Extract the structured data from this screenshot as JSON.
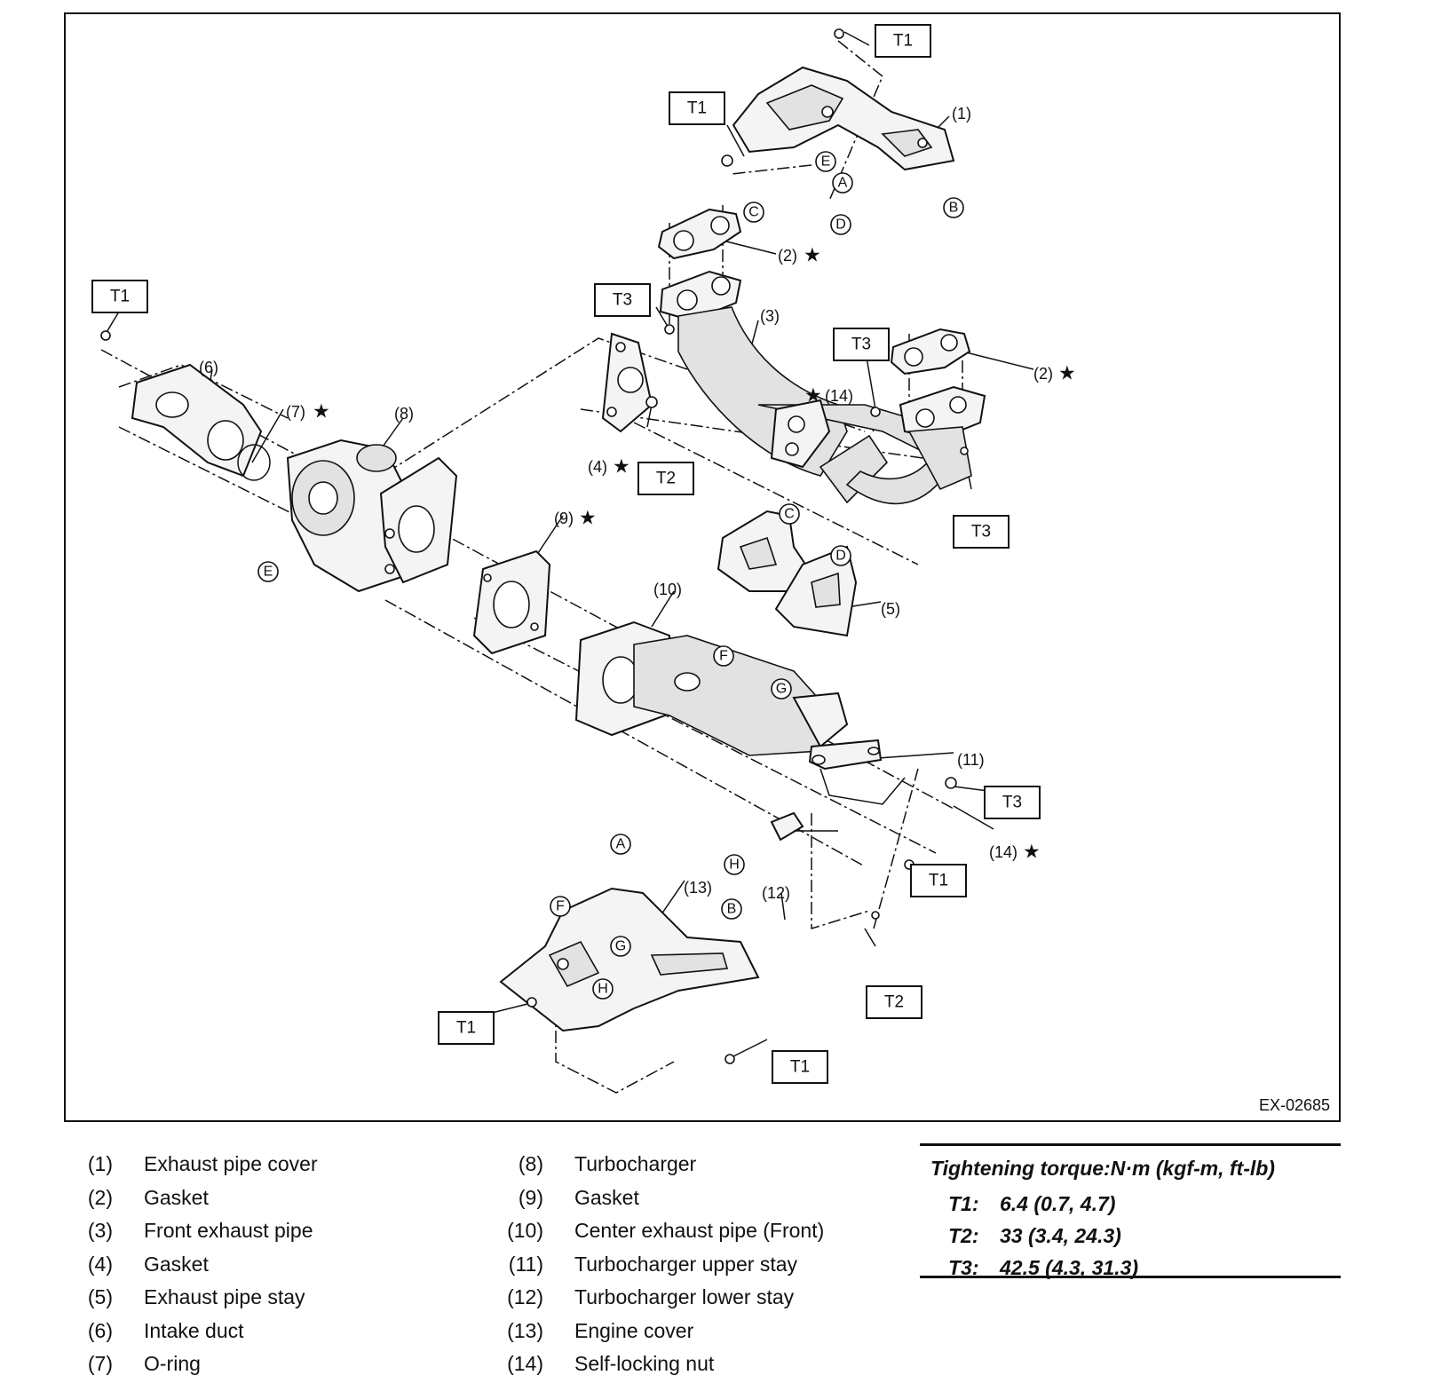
{
  "figure": {
    "code": "EX-02685",
    "torque_tags": [
      "T1",
      "T1",
      "T1",
      "T3",
      "T3",
      "T2",
      "T3",
      "T3",
      "T1",
      "T2",
      "T1",
      "T1"
    ],
    "part_callouts": [
      "(1)",
      "(2)",
      "(3)",
      "(4)",
      "(5)",
      "(6)",
      "(7)",
      "(8)",
      "(9)",
      "(10)",
      "(11)",
      "(12)",
      "(13)",
      "(14)",
      "(2)",
      "(14)"
    ],
    "connection_letters": [
      "A",
      "B",
      "C",
      "D",
      "E",
      "E",
      "C",
      "D",
      "F",
      "G",
      "A",
      "B",
      "F",
      "G",
      "H",
      "H"
    ],
    "star_symbol": "★"
  },
  "legend": {
    "left_column": [
      {
        "num": "(1)",
        "label": "Exhaust pipe cover"
      },
      {
        "num": "(2)",
        "label": "Gasket"
      },
      {
        "num": "(3)",
        "label": "Front exhaust pipe"
      },
      {
        "num": "(4)",
        "label": "Gasket"
      },
      {
        "num": "(5)",
        "label": "Exhaust pipe stay"
      },
      {
        "num": "(6)",
        "label": "Intake duct"
      },
      {
        "num": "(7)",
        "label": "O-ring"
      }
    ],
    "right_column": [
      {
        "num": "(8)",
        "label": "Turbocharger"
      },
      {
        "num": "(9)",
        "label": "Gasket"
      },
      {
        "num": "(10)",
        "label": "Center exhaust pipe (Front)"
      },
      {
        "num": "(11)",
        "label": "Turbocharger upper stay"
      },
      {
        "num": "(12)",
        "label": "Turbocharger lower stay"
      },
      {
        "num": "(13)",
        "label": "Engine cover"
      },
      {
        "num": "(14)",
        "label": "Self-locking nut"
      }
    ]
  },
  "torque": {
    "title": "Tightening torque:N·m (kgf-m, ft-lb)",
    "rows": [
      {
        "key": "T1:",
        "value": "6.4 (0.7, 4.7)"
      },
      {
        "key": "T2:",
        "value": "33 (3.4, 24.3)"
      },
      {
        "key": "T3:",
        "value": "42.5 (4.3, 31.3)"
      }
    ]
  }
}
